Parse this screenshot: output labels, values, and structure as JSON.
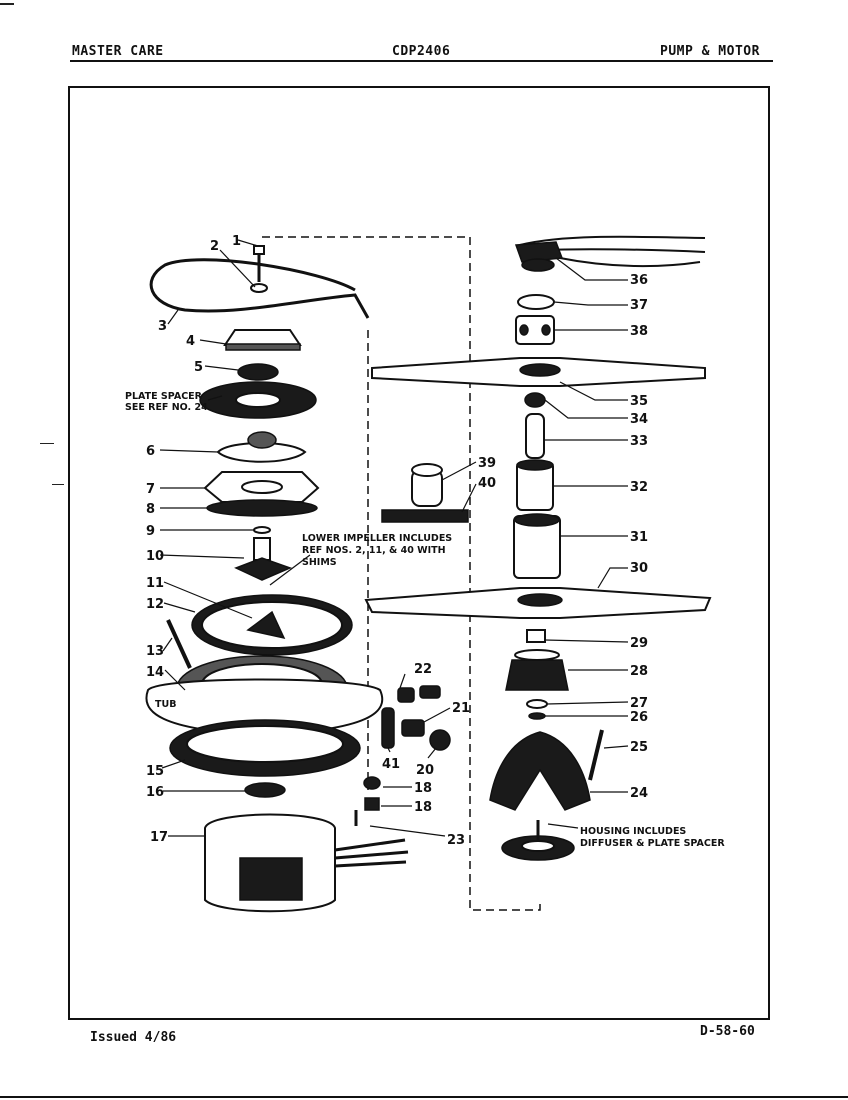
{
  "header": {
    "brand": "MASTER CARE",
    "model": "CDP2406",
    "section": "PUMP & MOTOR"
  },
  "footer": {
    "issued": "Issued 4/86",
    "page_code": "D-58-60"
  },
  "labels": {
    "p1": "1",
    "p2": "2",
    "p3": "3",
    "p4": "4",
    "p5": "5",
    "p6": "6",
    "p7": "7",
    "p8": "8",
    "p9": "9",
    "p10": "10",
    "p11": "11",
    "p12": "12",
    "p13": "13",
    "p14": "14",
    "p15": "15",
    "p16": "16",
    "p17": "17",
    "p18a": "18",
    "p18b": "18",
    "p20": "20",
    "p21": "21",
    "p22": "22",
    "p23": "23",
    "p24": "24",
    "p25": "25",
    "p26": "26",
    "p27": "27",
    "p28": "28",
    "p29": "29",
    "p30": "30",
    "p31": "31",
    "p32": "32",
    "p33": "33",
    "p34": "34",
    "p35": "35",
    "p36": "36",
    "p37": "37",
    "p38": "38",
    "p39": "39",
    "p40": "40",
    "p41": "41"
  },
  "notes": {
    "plate_spacer_1": "PLATE SPACER",
    "plate_spacer_2": "SEE REF NO. 24",
    "lower_impeller_1": "LOWER IMPELLER INCLUDES",
    "lower_impeller_2": "REF NOS. 2, 11, & 40 WITH",
    "lower_impeller_3": "SHIMS",
    "housing_1": "HOUSING INCLUDES",
    "housing_2": "DIFFUSER & PLATE SPACER",
    "tub": "TUB"
  }
}
